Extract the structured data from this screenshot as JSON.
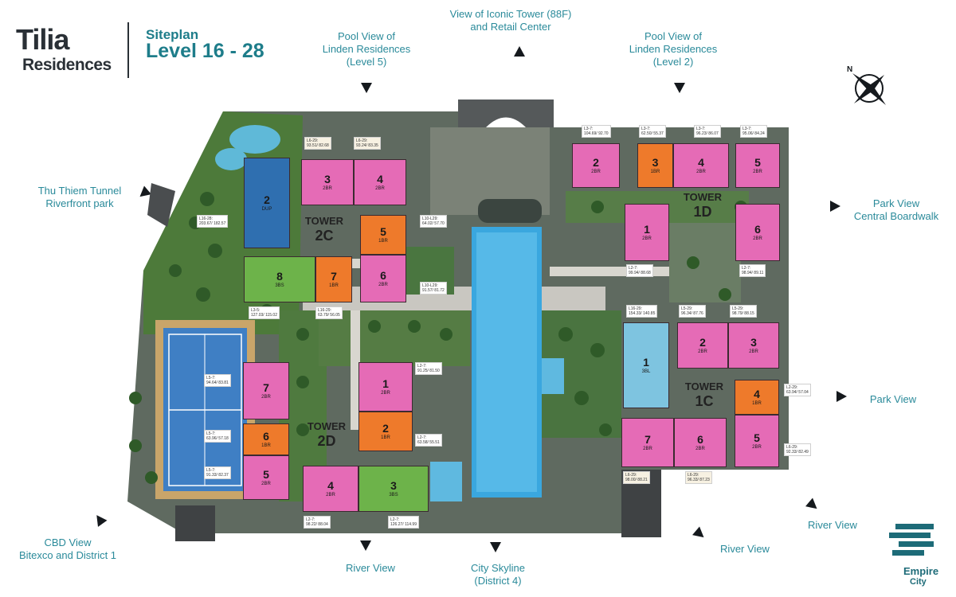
{
  "brand": {
    "line1": "Tilia",
    "line2": "Residences"
  },
  "siteplan": {
    "label": "Siteplan",
    "levels": "Level 16 - 28"
  },
  "views": {
    "iconic": [
      "View of Iconic Tower (88F)",
      "and Retail Center"
    ],
    "pool5": [
      "Pool View of",
      "Linden Residences",
      "(Level 5)"
    ],
    "pool2": [
      "Pool View of",
      "Linden Residences",
      "(Level 2)"
    ],
    "tunnel": [
      "Thu Thiem Tunnel",
      "Riverfront park"
    ],
    "park_central": [
      "Park View",
      "Central Boardwalk"
    ],
    "park": [
      "Park View"
    ],
    "cbd": [
      "CBD View",
      "Bitexco and District 1"
    ],
    "river_left": [
      "River View"
    ],
    "city": [
      "City Skyline",
      "(District 4)"
    ],
    "river_mid": [
      "River View"
    ],
    "river_right": [
      "River View"
    ]
  },
  "compass": {
    "letter": "N"
  },
  "towers": [
    {
      "name": "TOWER",
      "id": "2C"
    },
    {
      "name": "TOWER",
      "id": "1D"
    },
    {
      "name": "TOWER",
      "id": "2D"
    },
    {
      "name": "TOWER",
      "id": "1C"
    }
  ],
  "colors": {
    "two_br": "#e56bb6",
    "one_br": "#ee7a2b",
    "three_bs": "#6db34a",
    "three_bl": "#7ec4e0",
    "duplex": "#2f6fb0",
    "accent": "#1e7d8a"
  },
  "units": [
    {
      "num": "2",
      "type": "DUP"
    },
    {
      "num": "3",
      "type": "2BR"
    },
    {
      "num": "4",
      "type": "2BR"
    },
    {
      "num": "5",
      "type": "1BR"
    },
    {
      "num": "6",
      "type": "2BR"
    },
    {
      "num": "8",
      "type": "3BS"
    },
    {
      "num": "7",
      "type": "1BR"
    },
    {
      "num": "7",
      "type": "2BR"
    },
    {
      "num": "6",
      "type": "1BR"
    },
    {
      "num": "5",
      "type": "2BR"
    },
    {
      "num": "1",
      "type": "2BR"
    },
    {
      "num": "2",
      "type": "1BR"
    },
    {
      "num": "4",
      "type": "2BR"
    },
    {
      "num": "3",
      "type": "3BS"
    },
    {
      "num": "2",
      "type": "2BR"
    },
    {
      "num": "3",
      "type": "1BR"
    },
    {
      "num": "4",
      "type": "2BR"
    },
    {
      "num": "5",
      "type": "2BR"
    },
    {
      "num": "1",
      "type": "2BR"
    },
    {
      "num": "6",
      "type": "2BR"
    },
    {
      "num": "1",
      "type": "3BL"
    },
    {
      "num": "2",
      "type": "2BR"
    },
    {
      "num": "3",
      "type": "2BR"
    },
    {
      "num": "4",
      "type": "1BR"
    },
    {
      "num": "7",
      "type": "2BR"
    },
    {
      "num": "6",
      "type": "2BR"
    },
    {
      "num": "5",
      "type": "2BR"
    }
  ],
  "area_tags": [
    "L6-29:",
    "93.51/ 82.68",
    "L6-29:",
    "93.24/ 83.35",
    "L16-28:",
    "203.67/ 182.57",
    "L10-L29:",
    "64.02/ 57.70",
    "L10-L29:",
    "91.57/ 81.72",
    "L3-5:",
    "127.03/ 115.02",
    "L16-29:",
    "63.79/ 56.05",
    "L5-7:",
    "94.64/ 83.81",
    "L5-7:",
    "63.96/ 57.18",
    "L5-7:",
    "91.33/ 82.37",
    "L2-7:",
    "91.25/ 81.50",
    "L2-7:",
    "63.58/ 55.51",
    "L2-7:",
    "98.22/ 88.04",
    "L2-7:",
    "126.27/ 114.99",
    "L3-7:",
    "104.69/ 92.70",
    "L3-7:",
    "62.50/ 55.37",
    "L3-7:",
    "96.23/ 86.07",
    "L3-7:",
    "95.06/ 84.24",
    "L2-7:",
    "99.94/ 88.68",
    "L2-7:",
    "98.94/ 89.11",
    "L16-29:",
    "154.33/ 140.85",
    "L5-29:",
    "96.34/ 87.76",
    "L5-29:",
    "98.79/ 88.15",
    "L2-29:",
    "63.94/ 57.04",
    "L6-29:",
    "92.33/ 82.49",
    "L6-29:",
    "98.00/ 88.21",
    "L6-29:",
    "96.33/ 87.23"
  ],
  "watermark": {
    "line1": "Empire",
    "line2": "City"
  }
}
